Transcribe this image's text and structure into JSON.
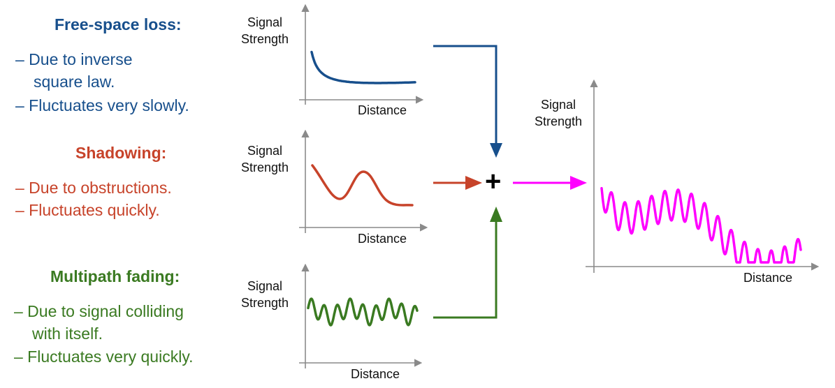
{
  "colors": {
    "free_space": "#174f8c",
    "shadowing": "#c7432a",
    "multipath": "#3a7a21",
    "combined": "#ff00ff",
    "axis": "#8a8a8a"
  },
  "free_space": {
    "heading": "Free-space loss:",
    "bullets": [
      "– Due to inverse",
      "square law.",
      "– Fluctuates very slowly."
    ]
  },
  "shadowing": {
    "heading": "Shadowing:",
    "bullets": [
      "– Due to obstructions.",
      "– Fluctuates quickly."
    ]
  },
  "multipath": {
    "heading": "Multipath fading:",
    "bullets": [
      "– Due to signal colliding",
      "with itself.",
      "– Fluctuates very quickly."
    ]
  },
  "plots": {
    "ylabel_line1": "Signal",
    "ylabel_line2": "Strength",
    "xlabel": "Distance"
  },
  "sum_symbol": "+"
}
